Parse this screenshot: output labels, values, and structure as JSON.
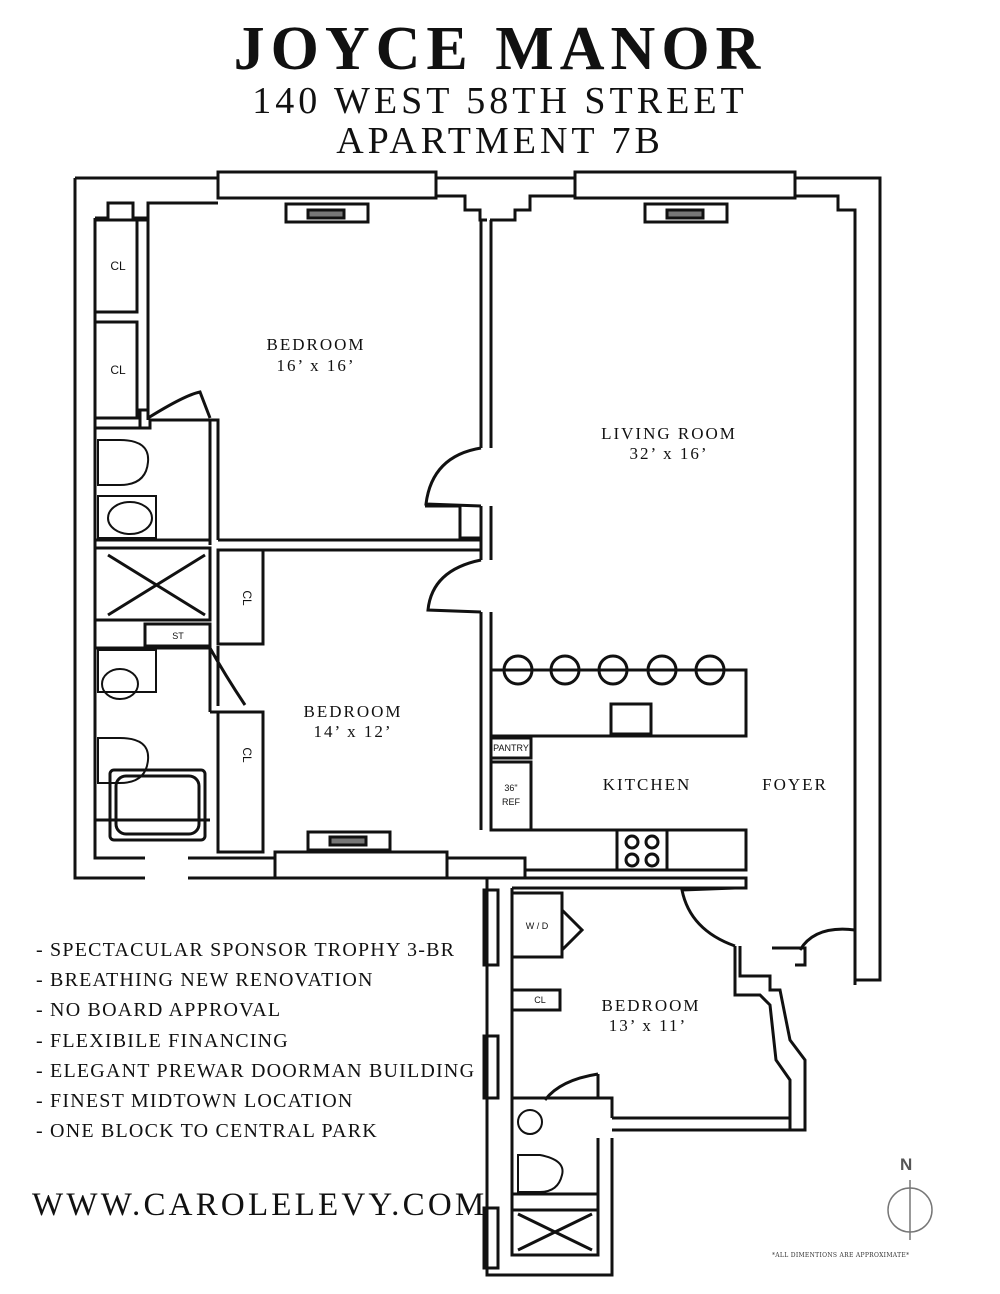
{
  "header": {
    "building_name": "JOYCE MANOR",
    "address": "140 WEST 58TH STREET",
    "apartment": "APARTMENT 7B"
  },
  "rooms": {
    "bedroom1": {
      "label": "BEDROOM",
      "size": "16’ x 16’"
    },
    "living": {
      "label": "LIVING ROOM",
      "size": "32’ x 16’"
    },
    "bedroom2": {
      "label": "BEDROOM",
      "size": "14’ x 12’"
    },
    "kitchen": {
      "label": "KITCHEN"
    },
    "foyer": {
      "label": "FOYER"
    },
    "bedroom3": {
      "label": "BEDROOM",
      "size": "13’ x 11’"
    }
  },
  "fixtures": {
    "closet": "CL",
    "storage": "ST",
    "pantry": "PANTRY",
    "ref_size": "36\"",
    "ref": "REF",
    "washer_dryer": "W / D"
  },
  "features": [
    "- SPECTACULAR SPONSOR TROPHY 3-BR",
    "- BREATHING NEW RENOVATION",
    "- NO BOARD APPROVAL",
    "- FLEXIBILE FINANCING",
    "- ELEGANT PREWAR DOORMAN BUILDING",
    "- FINEST MIDTOWN LOCATION",
    "- ONE BLOCK TO CENTRAL PARK"
  ],
  "website": "WWW.CAROLELEVY.COM",
  "compass": {
    "label": "N"
  },
  "disclaimer": "*ALL DIMENTIONS ARE APPROXIMATE*"
}
